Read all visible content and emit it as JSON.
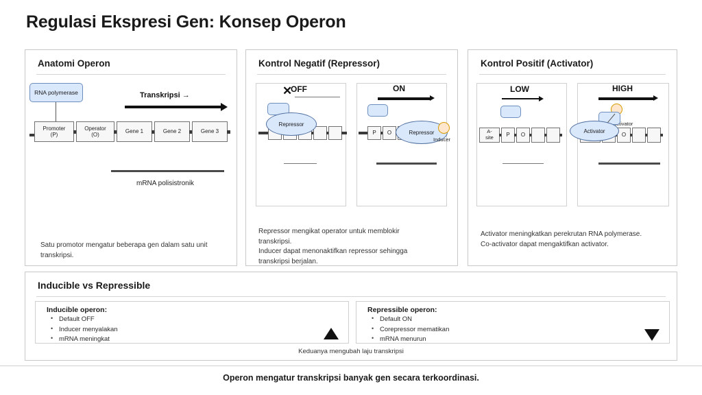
{
  "title": "Regulasi Ekspresi Gen: Konsep Operon",
  "footer": "Operon mengatur transkripsi banyak gen secara terkoordinasi.",
  "panel1": {
    "title": "Anatomi Operon",
    "polymerase": "RNA polymerase",
    "transcription_label": "Transkripsi →",
    "boxes": [
      "Promoter (P)",
      "Operator (O)",
      "Gene 1",
      "Gene 2",
      "Gene 3"
    ],
    "box_promoter_l1": "Promoter",
    "box_promoter_l2": "(P)",
    "box_operator_l1": "Operator",
    "box_operator_l2": "(O)",
    "gene1": "Gene 1",
    "gene2": "Gene 2",
    "gene3": "Gene 3",
    "mrna_label": "mRNA polisistronik",
    "caption": "Satu promotor mengatur beberapa gen dalam satu unit transkripsi."
  },
  "panel2": {
    "title": "Kontrol Negatif (Repressor)",
    "off": {
      "state": "OFF",
      "x_mark": "✕",
      "repressor": "Repressor"
    },
    "on": {
      "state": "ON",
      "repressor": "Repressor",
      "inducer": "Inducer",
      "box_p": "P",
      "box_o": "O"
    },
    "caption": "Repressor mengikat operator untuk memblokir transkripsi.\nInducer dapat menonaktifkan repressor sehingga transkripsi berjalan.",
    "caption_l1": "Repressor mengikat operator untuk memblokir",
    "caption_l2": "transkripsi.",
    "caption_l3": "Inducer dapat menonaktifkan repressor sehingga",
    "caption_l4": "transkripsi berjalan."
  },
  "panel3": {
    "title": "Kontrol Positif (Activator)",
    "low": {
      "state": "LOW",
      "a_site_l1": "A-",
      "a_site_l2": "site",
      "box_p": "P",
      "box_o": "O"
    },
    "high": {
      "state": "HIGH",
      "activator": "Activator",
      "coactivator": "Co-activator",
      "box_p": "P",
      "box_o": "O"
    },
    "caption_l1": "Activator meningkatkan perekrutan RNA polymerase.",
    "caption_l2": "Co-activator dapat mengaktifkan activator."
  },
  "compare": {
    "title": "Inducible vs Repressible",
    "inducible": {
      "head": "Inducible operon:",
      "items": [
        "Default OFF",
        "Inducer menyalakan",
        "mRNA meningkat"
      ]
    },
    "repressible": {
      "head": "Repressible operon:",
      "items": [
        "Default ON",
        "Corepressor mematikan",
        "mRNA menurun"
      ]
    },
    "note": "Keduanya mengubah laju transkripsi"
  },
  "colors": {
    "polymerase_fill": "#dae8fc",
    "polymerase_stroke": "#6c8ebf",
    "inducer_fill": "#ffe6cc",
    "inducer_stroke": "#d79b00",
    "box_fill": "#f7f7f7",
    "panel_border": "#c8c8c8"
  }
}
